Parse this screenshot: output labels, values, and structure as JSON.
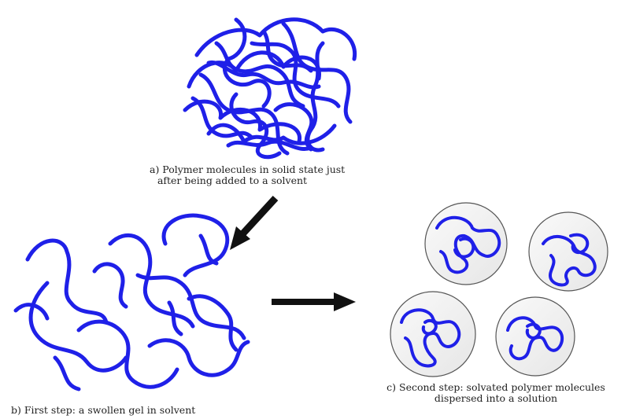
{
  "captions": {
    "a": {
      "line1": "a) Polymer molecules in solid state just",
      "line2": "after being added to a solvent"
    },
    "b": {
      "line1": "b) First step: a swollen gel in solvent"
    },
    "c": {
      "line1": "c) Second step: solvated polymer molecules",
      "line2": "dispersed into a solution"
    }
  },
  "colors": {
    "polymer": "#1f20e8",
    "arrow": "#111111",
    "circle_fill": "#f2f2f2",
    "circle_stroke": "#555555"
  }
}
